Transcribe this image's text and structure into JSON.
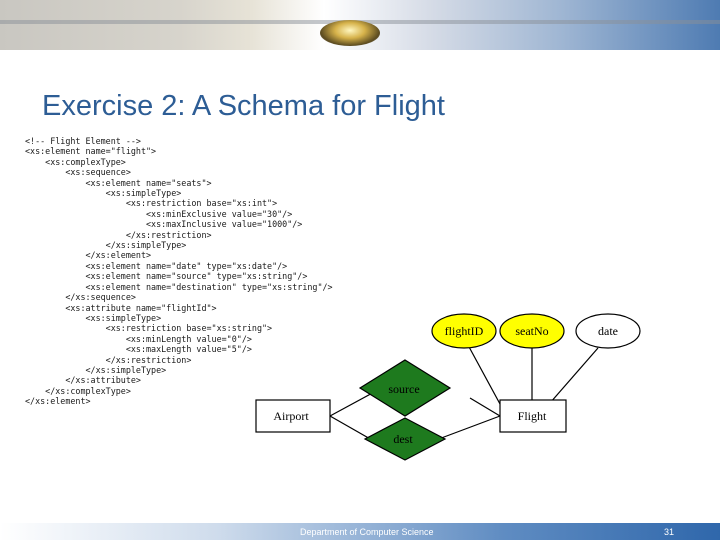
{
  "slide": {
    "title": "Exercise 2: A Schema for Flight",
    "footer": "Department of Computer Science",
    "page_number": "31"
  },
  "code_lines": [
    "<!-- Flight Element -->",
    "<xs:element name=\"flight\">",
    "    <xs:complexType>",
    "        <xs:sequence>",
    "            <xs:element name=\"seats\">",
    "                <xs:simpleType>",
    "                    <xs:restriction base=\"xs:int\">",
    "                        <xs:minExclusive value=\"30\"/>",
    "                        <xs:maxInclusive value=\"1000\"/>",
    "                    </xs:restriction>",
    "                </xs:simpleType>",
    "            </xs:element>",
    "            <xs:element name=\"date\" type=\"xs:date\"/>",
    "            <xs:element name=\"source\" type=\"xs:string\"/>",
    "            <xs:element name=\"destination\" type=\"xs:string\"/>",
    "        </xs:sequence>",
    "        <xs:attribute name=\"flightId\">",
    "            <xs:simpleType>",
    "                <xs:restriction base=\"xs:string\">",
    "                    <xs:minLength value=\"0\"/>",
    "                    <xs:maxLength value=\"5\"/>",
    "                </xs:restriction>",
    "            </xs:simpleType>",
    "        </xs:attribute>",
    "    </xs:complexType>",
    "</xs:element>"
  ],
  "diagram": {
    "entities": {
      "airport": "Airport",
      "flight": "Flight"
    },
    "relationships": {
      "source": "source",
      "dest": "dest"
    },
    "attributes": {
      "flight_id": "flightID",
      "seat_no": "seatNo",
      "date": "date"
    },
    "colors": {
      "relationship_fill": "#1e7a1e",
      "key_attribute_fill": "#ffff00",
      "attribute_fill": "#ffffff"
    }
  }
}
